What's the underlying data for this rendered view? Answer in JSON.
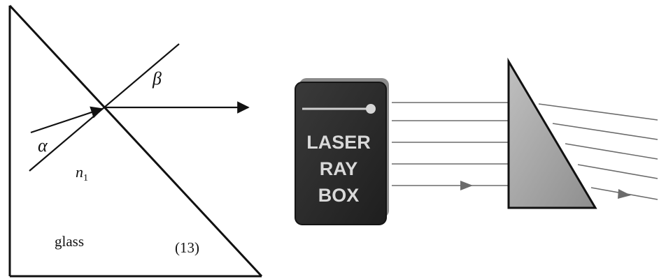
{
  "left_figure": {
    "alpha": "α",
    "beta": "β",
    "n": "n",
    "n_sub": "1",
    "material": "glass",
    "figure_number": "(13)"
  },
  "right_figure": {
    "box_label_line1": "LASER",
    "box_label_line2": "RAY",
    "box_label_line3": "BOX"
  },
  "colors": {
    "ink": "#111111",
    "box_body": "#2b2b2b",
    "box_edge": "#8a8a8a",
    "box_text": "#d9d9d9",
    "prism_fill": "#a8a8a8",
    "ray": "#6b6b6b"
  }
}
